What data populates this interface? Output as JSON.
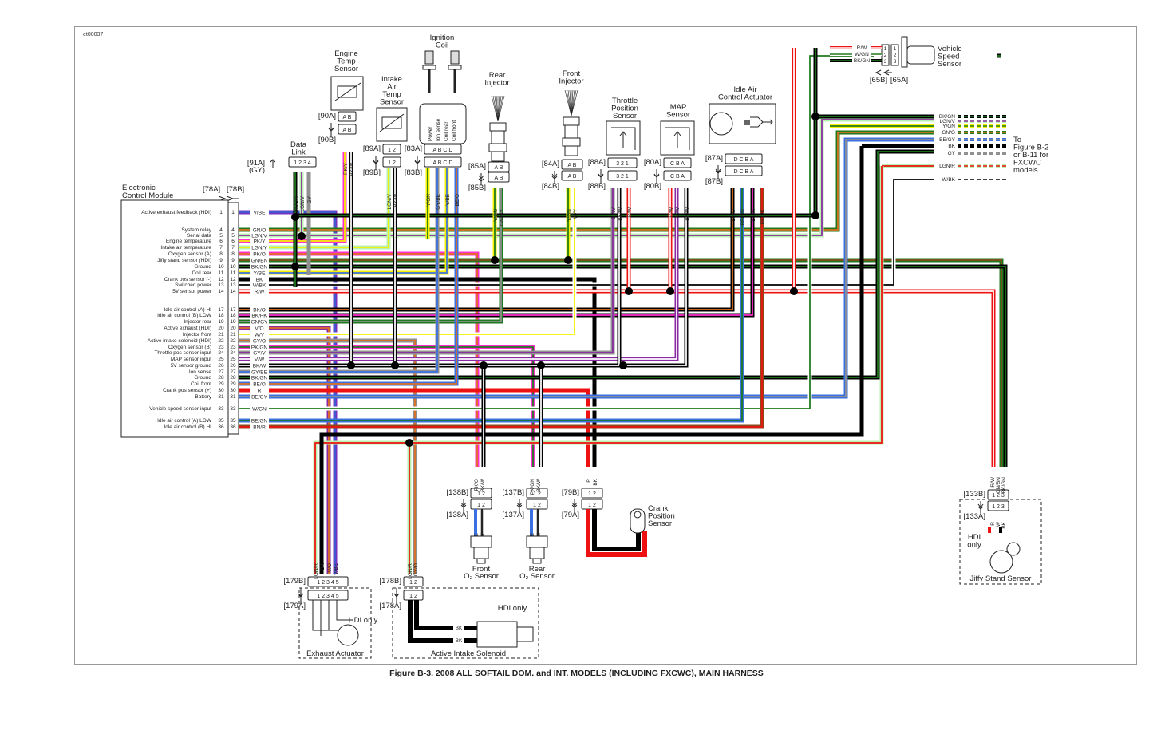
{
  "figure_id": "et00037",
  "caption": "Figure B-3. 2008 ALL SOFTAIL DOM. and INT. MODELS (INCLUDING FXCWC), MAIN HARNESS",
  "ecm": {
    "title_line1": "Electronic",
    "title_line2": "Control Module",
    "conn_a": "[78A]",
    "conn_b": "[78B]",
    "pins": [
      {
        "pin": "1",
        "function": "Active exhaust feedback (HDI)",
        "wire": "V/BE",
        "c1": "#7b2fbf",
        "c2": "#3a5fd0"
      },
      {
        "pin": "4",
        "function": "System relay",
        "wire": "GN/O",
        "c1": "#1e7a1e",
        "c2": "#e07020"
      },
      {
        "pin": "5",
        "function": "Serial data",
        "wire": "LGN/V",
        "c1": "#b8f0b0",
        "c2": "#8a2aa0"
      },
      {
        "pin": "6",
        "function": "Engine temperature",
        "wire": "PK/Y",
        "c1": "#ff2fd0",
        "c2": "#f5f000"
      },
      {
        "pin": "7",
        "function": "Intake air temperature",
        "wire": "LGN/Y",
        "c1": "#b8f0b0",
        "c2": "#f5f000"
      },
      {
        "pin": "8",
        "function": "Oxygen sensor (A)",
        "wire": "PK/O",
        "c1": "#ff2fd0",
        "c2": "#e07020"
      },
      {
        "pin": "9",
        "function": "Jiffy stand sensor (HDI)",
        "wire": "GN/BN",
        "c1": "#1e7a1e",
        "c2": "#8a4a1a"
      },
      {
        "pin": "10",
        "function": "Ground",
        "wire": "BK/GN",
        "c1": "#000000",
        "c2": "#1e7a1e"
      },
      {
        "pin": "11",
        "function": "Coil rear",
        "wire": "Y/BE",
        "c1": "#f5f000",
        "c2": "#3a70e0"
      },
      {
        "pin": "12",
        "function": "Crank pos sensor (-)",
        "wire": "BK",
        "c1": "#000000",
        "c2": "#000000"
      },
      {
        "pin": "13",
        "function": "Switched power",
        "wire": "W/BK",
        "c1": "#ffffff",
        "c2": "#000000"
      },
      {
        "pin": "14",
        "function": "5V sensor power",
        "wire": "R/W",
        "c1": "#ee1111",
        "c2": "#ffffff"
      },
      {
        "pin": "17",
        "function": "Idle air control (A) HI",
        "wire": "BK/O",
        "c1": "#000000",
        "c2": "#e07020"
      },
      {
        "pin": "18",
        "function": "Idle air control (B) LOW",
        "wire": "BK/PK",
        "c1": "#000000",
        "c2": "#ff2fd0"
      },
      {
        "pin": "19",
        "function": "Injector rear",
        "wire": "GN/GY",
        "c1": "#1e7a1e",
        "c2": "#909090"
      },
      {
        "pin": "20",
        "function": "Active exhaust (HDI)",
        "wire": "V/O",
        "c1": "#8a2aa0",
        "c2": "#e07020"
      },
      {
        "pin": "21",
        "function": "Injector front",
        "wire": "W/Y",
        "c1": "#ffffff",
        "c2": "#f5f000"
      },
      {
        "pin": "22",
        "function": "Active intake solenoid (HDI)",
        "wire": "GY/O",
        "c1": "#909090",
        "c2": "#e07020"
      },
      {
        "pin": "23",
        "function": "Oxygen sensor (B)",
        "wire": "PK/GN",
        "c1": "#ff2fd0",
        "c2": "#1e7a1e"
      },
      {
        "pin": "24",
        "function": "Throttle pos sensor input",
        "wire": "GY/V",
        "c1": "#909090",
        "c2": "#8a2aa0"
      },
      {
        "pin": "25",
        "function": "MAP sensor input",
        "wire": "V/W",
        "c1": "#8a2aa0",
        "c2": "#ffffff"
      },
      {
        "pin": "26",
        "function": "5V sensor ground",
        "wire": "BK/W",
        "c1": "#000000",
        "c2": "#ffffff"
      },
      {
        "pin": "27",
        "function": "Ion sense",
        "wire": "GY/BE",
        "c1": "#909090",
        "c2": "#3a70e0"
      },
      {
        "pin": "28",
        "function": "Ground",
        "wire": "BK/GN",
        "c1": "#000000",
        "c2": "#1e7a1e"
      },
      {
        "pin": "29",
        "function": "Coil front",
        "wire": "BE/O",
        "c1": "#3a70e0",
        "c2": "#e07020"
      },
      {
        "pin": "30",
        "function": "Crank pos sensor (+)",
        "wire": "R",
        "c1": "#ee1111",
        "c2": "#ee1111"
      },
      {
        "pin": "31",
        "function": "Battery",
        "wire": "BE/GY",
        "c1": "#3a70e0",
        "c2": "#909090"
      },
      {
        "pin": "33",
        "function": "Vehicle speed sensor input",
        "wire": "W/GN",
        "c1": "#ffffff",
        "c2": "#1e7a1e"
      },
      {
        "pin": "35",
        "function": "Idle air control (A) LOW",
        "wire": "BE/GN",
        "c1": "#3a70e0",
        "c2": "#1e7a1e"
      },
      {
        "pin": "36",
        "function": "Idle air control (B) HI",
        "wire": "BN/R",
        "c1": "#8a4a1a",
        "c2": "#ee1111"
      }
    ]
  },
  "components": {
    "data_link": {
      "title_line1": "Data",
      "title_line2": "Link",
      "conn": "[91A]",
      "conn_note": "(GY)",
      "pins": "1 2 3 4",
      "wires": [
        "BK/GN",
        "LGN/V",
        "GY"
      ]
    },
    "engine_temp": {
      "title": [
        "Engine",
        "Temp",
        "Sensor"
      ],
      "conn_a": "[90A]",
      "conn_b": "[90B]",
      "pins": "A B",
      "wires": [
        "PK/Y",
        "BK/W"
      ]
    },
    "intake_air_temp": {
      "title": [
        "Intake",
        "Air",
        "Temp",
        "Sensor"
      ],
      "conn_a": "[89A]",
      "conn_b": "[89B]",
      "pins": "1 2",
      "wires": [
        "LGN/Y",
        "BK/W"
      ]
    },
    "ignition_coil": {
      "title": [
        "Ignition",
        "Coil"
      ],
      "conn_a": "[83A]",
      "conn_b": "[83B]",
      "pins": "A B C D",
      "pin_labels": [
        "Power",
        "Ion sense",
        "Coil rear",
        "Coil front"
      ],
      "wires": [
        "Y/GN",
        "GY/BE",
        "Y/BE",
        "BE/O"
      ]
    },
    "rear_injector": {
      "title": [
        "Rear",
        "Injector"
      ],
      "conn_a": "[85A]",
      "conn_b": "[85B]",
      "pins": "A B",
      "wires": [
        "Y/GN",
        "GN/GY"
      ]
    },
    "front_injector": {
      "title": [
        "Front",
        "Injector"
      ],
      "conn_a": "[84A]",
      "conn_b": "[84B]",
      "pins": "A B",
      "wires": [
        "Y/GN",
        "W/Y"
      ]
    },
    "throttle_position": {
      "title": [
        "Throttle",
        "Position",
        "Sensor"
      ],
      "conn_a": "[88A]",
      "conn_b": "[88B]",
      "pins": "3 2 1",
      "wires": [
        "GY/V",
        "BK/W",
        "R/W"
      ]
    },
    "map_sensor": {
      "title": [
        "MAP",
        "Sensor"
      ],
      "conn_a": "[80A]",
      "conn_b": "[80B]",
      "pins": "C B A",
      "wires": [
        "R/W",
        "V/W",
        "BK/W"
      ]
    },
    "idle_air": {
      "title": [
        "Idle Air",
        "Control Actuator"
      ],
      "conn_a": "[87A]",
      "conn_b": "[87B]",
      "pins": "D C B A",
      "wires": [
        "BK/O",
        "BE/GN",
        "BN/R",
        "BK/PK"
      ]
    },
    "vehicle_speed": {
      "title": [
        "Vehicle",
        "Speed",
        "Sensor"
      ],
      "conn_a": "[65A]",
      "conn_b": "[65B]",
      "pins": [
        "1",
        "2",
        "3"
      ],
      "wires": [
        "R/W",
        "W/GN",
        "BK/GN"
      ]
    },
    "to_figure": {
      "text": [
        "To",
        "Figure B-2",
        "or B-11 for",
        "FXCWC",
        "models"
      ],
      "wires": [
        "BK/GN",
        "LGN/V",
        "Y/GN",
        "GN/O",
        "BE/GY",
        "BK",
        "GY",
        "LGN/R",
        "W/BK"
      ]
    },
    "front_o2": {
      "title": [
        "Front",
        "O₂ Sensor"
      ],
      "conn_a": "[138A]",
      "conn_b": "[138B]",
      "pins": "1 2",
      "wires_top": [
        "PK/O",
        "BK/W"
      ],
      "wires_bottom": [
        "BE",
        "GY/BK"
      ]
    },
    "rear_o2": {
      "title": [
        "Rear",
        "O₂ Sensor"
      ],
      "conn_a": "[137A]",
      "conn_b": "[137B]",
      "pins": "1 2",
      "wires_top": [
        "PK/GN",
        "BK/W"
      ],
      "wires_bottom": [
        "BE",
        "GY/BK"
      ]
    },
    "crank_position": {
      "title": [
        "Crank",
        "Position",
        "Sensor"
      ],
      "conn_a": "[79A]",
      "conn_b": "[79B]",
      "pins": "1 2",
      "wires": [
        "R",
        "BK"
      ]
    },
    "jiffy_stand": {
      "title": "Jiffy Stand Sensor",
      "note": [
        "HDI",
        "only"
      ],
      "conn_a": "[133A]",
      "conn_b": "[133B]",
      "pins": "1 2 3",
      "wires_top": [
        "R/W",
        "GN/BN",
        "BK/GN"
      ],
      "wires_bottom": [
        "R",
        "W",
        "BK"
      ]
    },
    "exhaust_actuator": {
      "title": "Exhaust Actuator",
      "note": "HDI only",
      "conn_a": "[179A]",
      "conn_b": "[179B]",
      "pins": "1 2 3 4 5",
      "wires": [
        "LGN/R",
        "BK",
        "V/O",
        "V/BE"
      ]
    },
    "active_intake": {
      "title": "Active Intake Solenoid",
      "note": "HDI only",
      "conn_a": "[178A]",
      "conn_b": "[178B]",
      "pins": "1 2",
      "wires": [
        "LGN/R",
        "GY/O"
      ],
      "solenoid_wires": [
        "BK",
        "BK"
      ]
    }
  }
}
